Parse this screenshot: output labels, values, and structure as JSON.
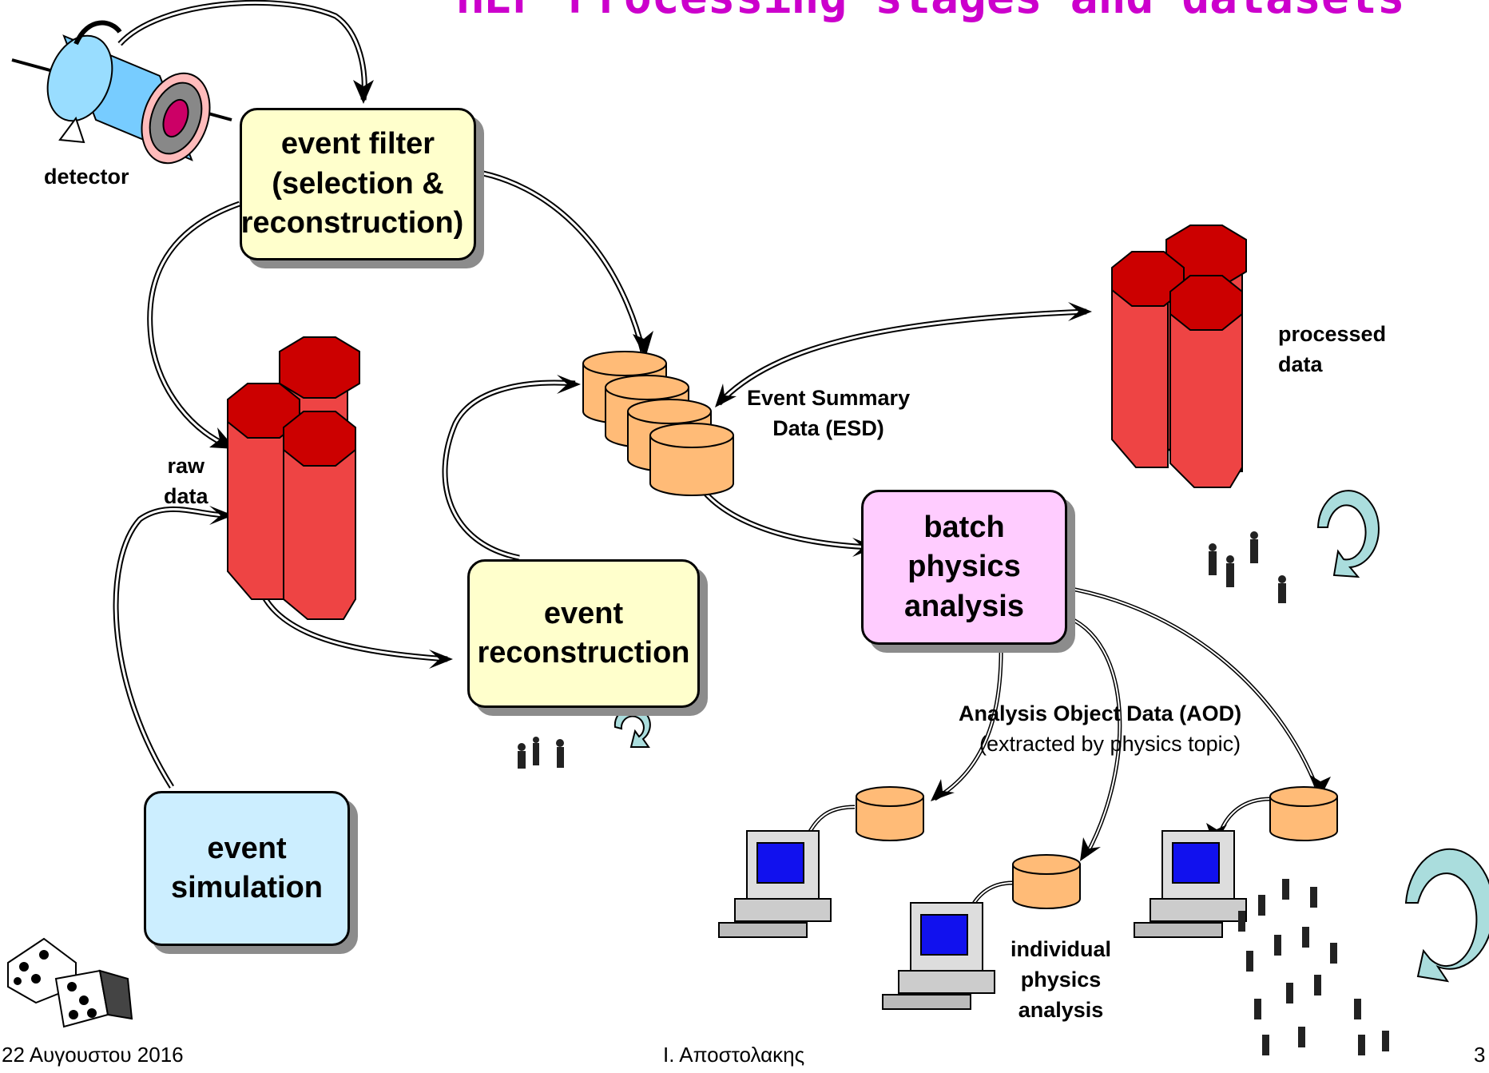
{
  "title": "HEP Processing stages and datasets",
  "boxes": {
    "event_filter": [
      "event filter",
      "(selection &",
      "reconstruction)"
    ],
    "event_reconstruction": [
      "event",
      "reconstruction"
    ],
    "batch_analysis": [
      "batch",
      "physics",
      "analysis"
    ],
    "event_simulation": [
      "event",
      "simulation"
    ]
  },
  "labels": {
    "detector": "detector",
    "raw_data": [
      "raw",
      "data"
    ],
    "esd": [
      "Event Summary",
      "Data (ESD)"
    ],
    "processed_data": [
      "processed",
      "data"
    ],
    "aod_title": "Analysis Object Data (AOD)",
    "aod_sub": "(extracted by physics topic)",
    "individual": [
      "individual",
      "physics",
      "analysis"
    ]
  },
  "footer": {
    "date": "22 Αυγουστου 2016",
    "author": "Ι. Αποστολακης",
    "page": "3"
  },
  "colors": {
    "title": "#cc00cc",
    "cylinder": "#ffbb77",
    "tower_side": "#ee4444",
    "tower_top": "#cc0000",
    "filter_box": "#ffffcc",
    "analysis_box": "#ffccff",
    "simulation_box": "#cceeff"
  }
}
